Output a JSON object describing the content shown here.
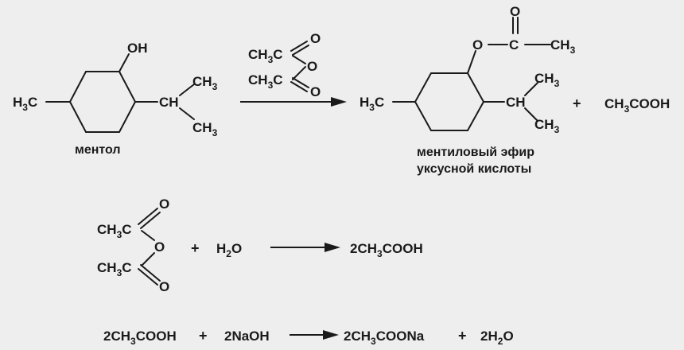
{
  "reaction1": {
    "menthol": {
      "oh": "OH",
      "h3c": "H3C",
      "ch": "CH",
      "ch3_top": "CH3",
      "ch3_bottom": "CH3",
      "name": "ментол"
    },
    "anhydride": {
      "ch3c_top": "CH3C",
      "ch3c_bottom": "CH3C",
      "o_top": "O",
      "o_mid": "O",
      "o_bottom": "O"
    },
    "ester": {
      "o": "O",
      "c": "C",
      "o_carbonyl": "O",
      "ch3_acyl": "CH3",
      "h3c": "H3C",
      "ch": "CH",
      "ch3_top": "CH3",
      "ch3_bottom": "CH3",
      "name_line1": "ментиловый  эфир",
      "name_line2": "уксусной кислоты"
    },
    "plus": "+",
    "byproduct": "CH3COOH"
  },
  "reaction2": {
    "anhydride": {
      "ch3c_top": "CH3C",
      "ch3c_bottom": "CH3C",
      "o_top": "O",
      "o_mid": "O",
      "o_bottom": "O"
    },
    "plus": "+",
    "water": "H2O",
    "product": "2CH3COOH"
  },
  "reaction3": {
    "acid": "2CH3COOH",
    "plus1": "+",
    "base": "2NaOH",
    "salt": "2CH3COONa",
    "plus2": "+",
    "water": "2H2O"
  }
}
